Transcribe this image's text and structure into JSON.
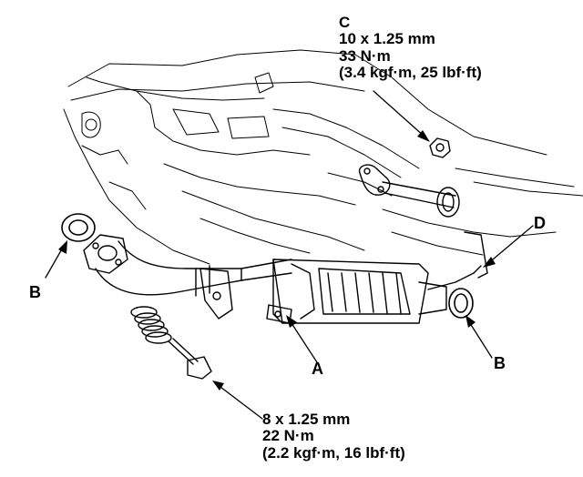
{
  "callout_c": {
    "letter": "C",
    "size": "10 x 1.25 mm",
    "torque_nm": "33 N·m",
    "torque_alt": "(3.4 kgf·m, 25 lbf·ft)"
  },
  "callout_bolt": {
    "size": "8 x 1.25 mm",
    "torque_nm": "22 N·m",
    "torque_alt": "(2.2 kgf·m, 16 lbf·ft)"
  },
  "labels": {
    "a": "A",
    "b_left": "B",
    "b_right": "B",
    "d": "D"
  }
}
